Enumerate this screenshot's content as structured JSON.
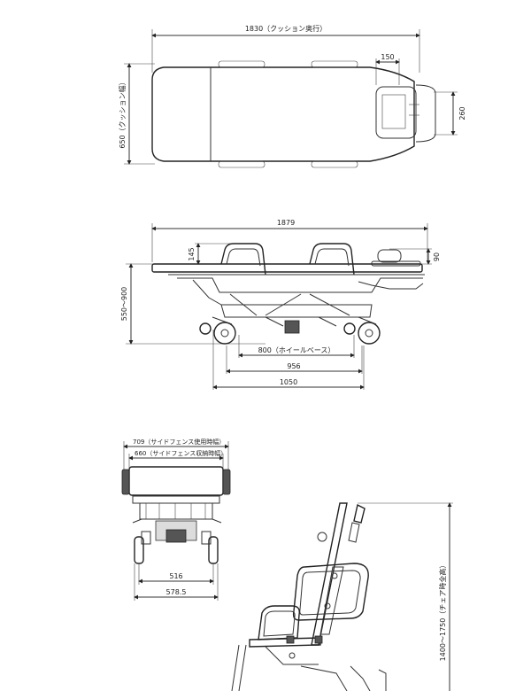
{
  "top_view": {
    "label_depth": "1830（クッション奥行）",
    "label_width": "650（クッション幅）",
    "label_head_depth": "150",
    "label_head_height": "260"
  },
  "side_view": {
    "label_total": "1879",
    "label_fence": "145",
    "label_headrest": "90",
    "label_height": "550～900",
    "label_wheelbase": "800（ホイールベース）",
    "label_base956": "956",
    "label_base1050": "1050"
  },
  "front_view": {
    "label_fence_use": "709（サイドフェンス使用時幅）",
    "label_fence_stow": "660（サイドフェンス収納時幅）",
    "label_516": "516",
    "label_578": "578.5"
  },
  "chair_view": {
    "label_chair_height": "1400～1750（チェア時全高）"
  }
}
